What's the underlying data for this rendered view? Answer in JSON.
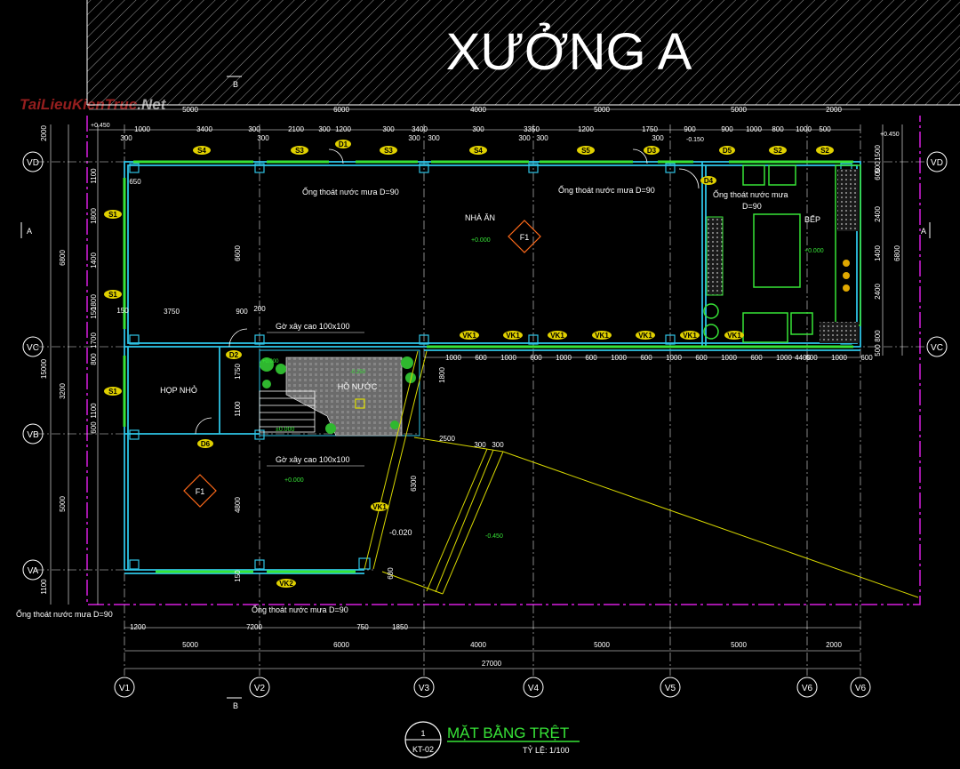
{
  "header": {
    "building": "XƯỞNG A"
  },
  "watermark": {
    "text_red": "TaiLieuKienTruc",
    "text_grey": ".Net"
  },
  "rooms": {
    "dining": "NHÀ ĂN",
    "kitchen": "BẾP",
    "meeting": "HỌP NHỎ",
    "pond": "HỒ NƯỚC"
  },
  "floor_code": "F1",
  "notes": {
    "drain1": "Ống thoát nước mưa D=90",
    "drain2": "Ống thoát nước mưa D=90",
    "drain3a": "Ống thoát nước mưa",
    "drain3b": "D=90",
    "drain4": "Ống thoát nước mưa D=90",
    "drain5": "Ống thoát nước mưa D=90",
    "wall1": "Gờ xây cao 100x100",
    "wall2": "Gờ xây cao 100x100"
  },
  "levels": {
    "l1": "+0.000",
    "l2": "+0.000",
    "l3": "+0.000",
    "l4": "±0.000",
    "l5": "+0.450",
    "l6": "+0.450",
    "l7": "-0.150",
    "l8": "-0.020",
    "l9": "-0.450",
    "l10": "-0.250",
    "l11": "+0.000"
  },
  "grid_axes": {
    "vertical": [
      "V1",
      "V2",
      "V3",
      "V4",
      "V5",
      "V6",
      "V6"
    ],
    "horizontal": [
      "VD",
      "VC",
      "VB",
      "VA",
      "VD",
      "VC"
    ]
  },
  "section_marks": {
    "a": "A",
    "b": "B"
  },
  "top_dims_row1": [
    "5000",
    "6000",
    "4000",
    "5000",
    "5000",
    "2000"
  ],
  "top_dims_row2": [
    "1000",
    "3400",
    "300",
    "2100",
    "300",
    "1200",
    "300",
    "3400",
    "300",
    "3350",
    "1200",
    "1750",
    "900",
    "900",
    "1000",
    "800",
    "1000",
    "500"
  ],
  "top_dims_row2b": [
    "300",
    "300",
    "300",
    "300",
    "300",
    "300",
    "300"
  ],
  "bottom_dims_row1": [
    "1200",
    "7200",
    "750",
    "1850"
  ],
  "bottom_dims_row2": [
    "5000",
    "6000",
    "4000",
    "5000",
    "5000",
    "2000"
  ],
  "bottom_total": "27000",
  "left_dims": [
    "2000",
    "1100",
    "1800",
    "1400",
    "1800",
    "6800",
    "150",
    "1700",
    "800",
    "3200",
    "1100",
    "600",
    "5000",
    "1100",
    "15000"
  ],
  "left_dims_extra": {
    "d650": "650",
    "d150": "150"
  },
  "right_dims": [
    "1500",
    "500",
    "600",
    "2400",
    "1400",
    "2400",
    "6800",
    "800",
    "500"
  ],
  "inner_dims": [
    "3750",
    "900",
    "200",
    "6600",
    "1750",
    "1100",
    "4800",
    "150",
    "1800",
    "2500",
    "300",
    "300",
    "6300",
    "680",
    "4400"
  ],
  "vk_dims": [
    "1000",
    "600",
    "1000",
    "600",
    "1000",
    "600",
    "1000",
    "600",
    "1000",
    "600",
    "1000",
    "600",
    "1000",
    "600",
    "1000",
    "600"
  ],
  "tags": {
    "s4a": "S4",
    "s3a": "S3",
    "d1": "D1",
    "s3b": "S3",
    "s4b": "S4",
    "s5": "S5",
    "d3": "D3",
    "d5": "D5",
    "s2a": "S2",
    "s2b": "S2",
    "s1a": "S1",
    "s1b": "S1",
    "s1c": "S1",
    "d4": "D4",
    "d2": "D2",
    "d6": "D6",
    "vk": "VK1",
    "vk2": "VK2",
    "vk1b": "VK1"
  },
  "title_block": {
    "number": "1",
    "sheet": "KT-02",
    "title": "MẶT BẰNG TRỆT",
    "scale": "TỶ LỆ: 1/100"
  }
}
